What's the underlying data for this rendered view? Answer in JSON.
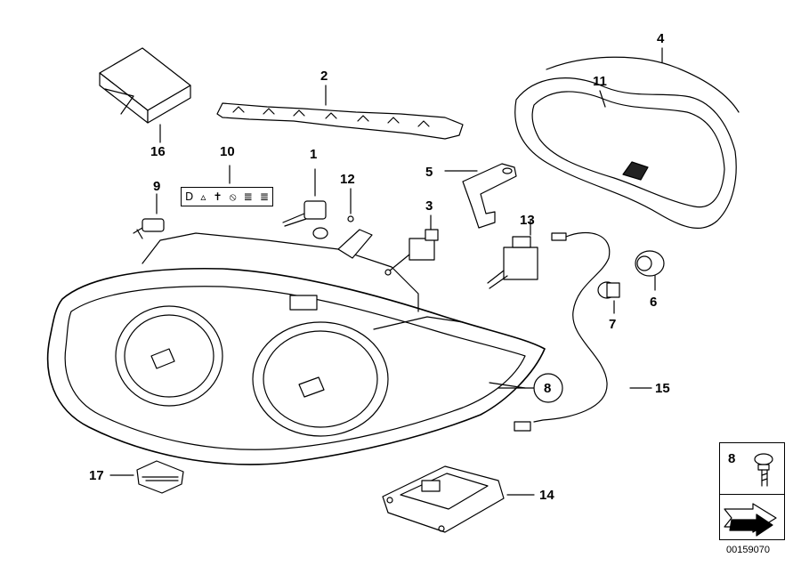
{
  "diagram": {
    "callouts": [
      {
        "key": "c1",
        "text": "1"
      },
      {
        "key": "c2",
        "text": "2"
      },
      {
        "key": "c3",
        "text": "3"
      },
      {
        "key": "c4",
        "text": "4"
      },
      {
        "key": "c5",
        "text": "5"
      },
      {
        "key": "c6",
        "text": "6"
      },
      {
        "key": "c7",
        "text": "7"
      },
      {
        "key": "c8",
        "text": "8"
      },
      {
        "key": "c9",
        "text": "9"
      },
      {
        "key": "c10",
        "text": "10"
      },
      {
        "key": "c11",
        "text": "11"
      },
      {
        "key": "c12",
        "text": "12"
      },
      {
        "key": "c13",
        "text": "13"
      },
      {
        "key": "c14",
        "text": "14"
      },
      {
        "key": "c15",
        "text": "15"
      },
      {
        "key": "c16",
        "text": "16"
      },
      {
        "key": "c17",
        "text": "17"
      }
    ],
    "legend": {
      "number": "8"
    },
    "diagram_code": "00159070",
    "warning_symbols": [
      "D",
      "▵",
      "✝",
      "⦸",
      "≣",
      "≣"
    ],
    "colors": {
      "ink": "#000000",
      "paper": "#ffffff"
    }
  }
}
